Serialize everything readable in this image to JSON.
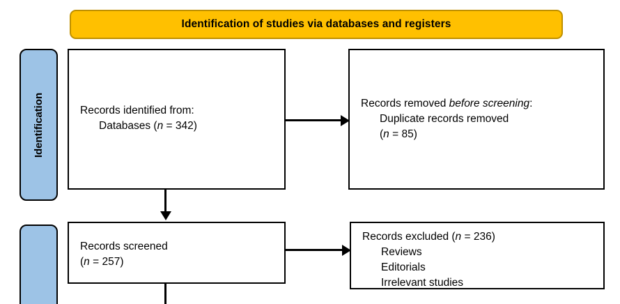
{
  "diagram": {
    "title": "Identification of studies via databases and registers",
    "colors": {
      "banner_fill": "#FFC000",
      "banner_border": "#BF9000",
      "stage_fill": "#9DC3E6",
      "stage_border": "#000000",
      "box_fill": "#FFFFFF",
      "box_border": "#000000",
      "text": "#000000"
    }
  },
  "stages": [
    {
      "label": "Identification"
    },
    {
      "label": ""
    }
  ],
  "boxes": {
    "identified": {
      "line1": "Records identified from:",
      "line2_prefix": "Databases (",
      "line2_italic": "n",
      "line2_suffix": " = 342)"
    },
    "removed": {
      "line1_prefix": "Records removed ",
      "line1_italic": "before screening",
      "line1_suffix": ":",
      "line2": "Duplicate records removed",
      "line3_prefix": "(",
      "line3_italic": "n",
      "line3_suffix": " = 85)"
    },
    "screened": {
      "line1": "Records screened",
      "line2_prefix": "(",
      "line2_italic": "n",
      "line2_suffix": " = 257)"
    },
    "excluded": {
      "line1_prefix": "Records excluded (",
      "line1_italic": "n",
      "line1_suffix": " = 236)",
      "item1": "Reviews",
      "item2": "Editorials",
      "item3": "Irrelevant studies"
    }
  },
  "connectors": [
    {
      "name": "identified-to-removed",
      "direction": "right"
    },
    {
      "name": "screened-to-excluded",
      "direction": "right"
    },
    {
      "name": "identified-to-screened",
      "direction": "down"
    },
    {
      "name": "screened-to-next-stage",
      "direction": "down"
    }
  ]
}
